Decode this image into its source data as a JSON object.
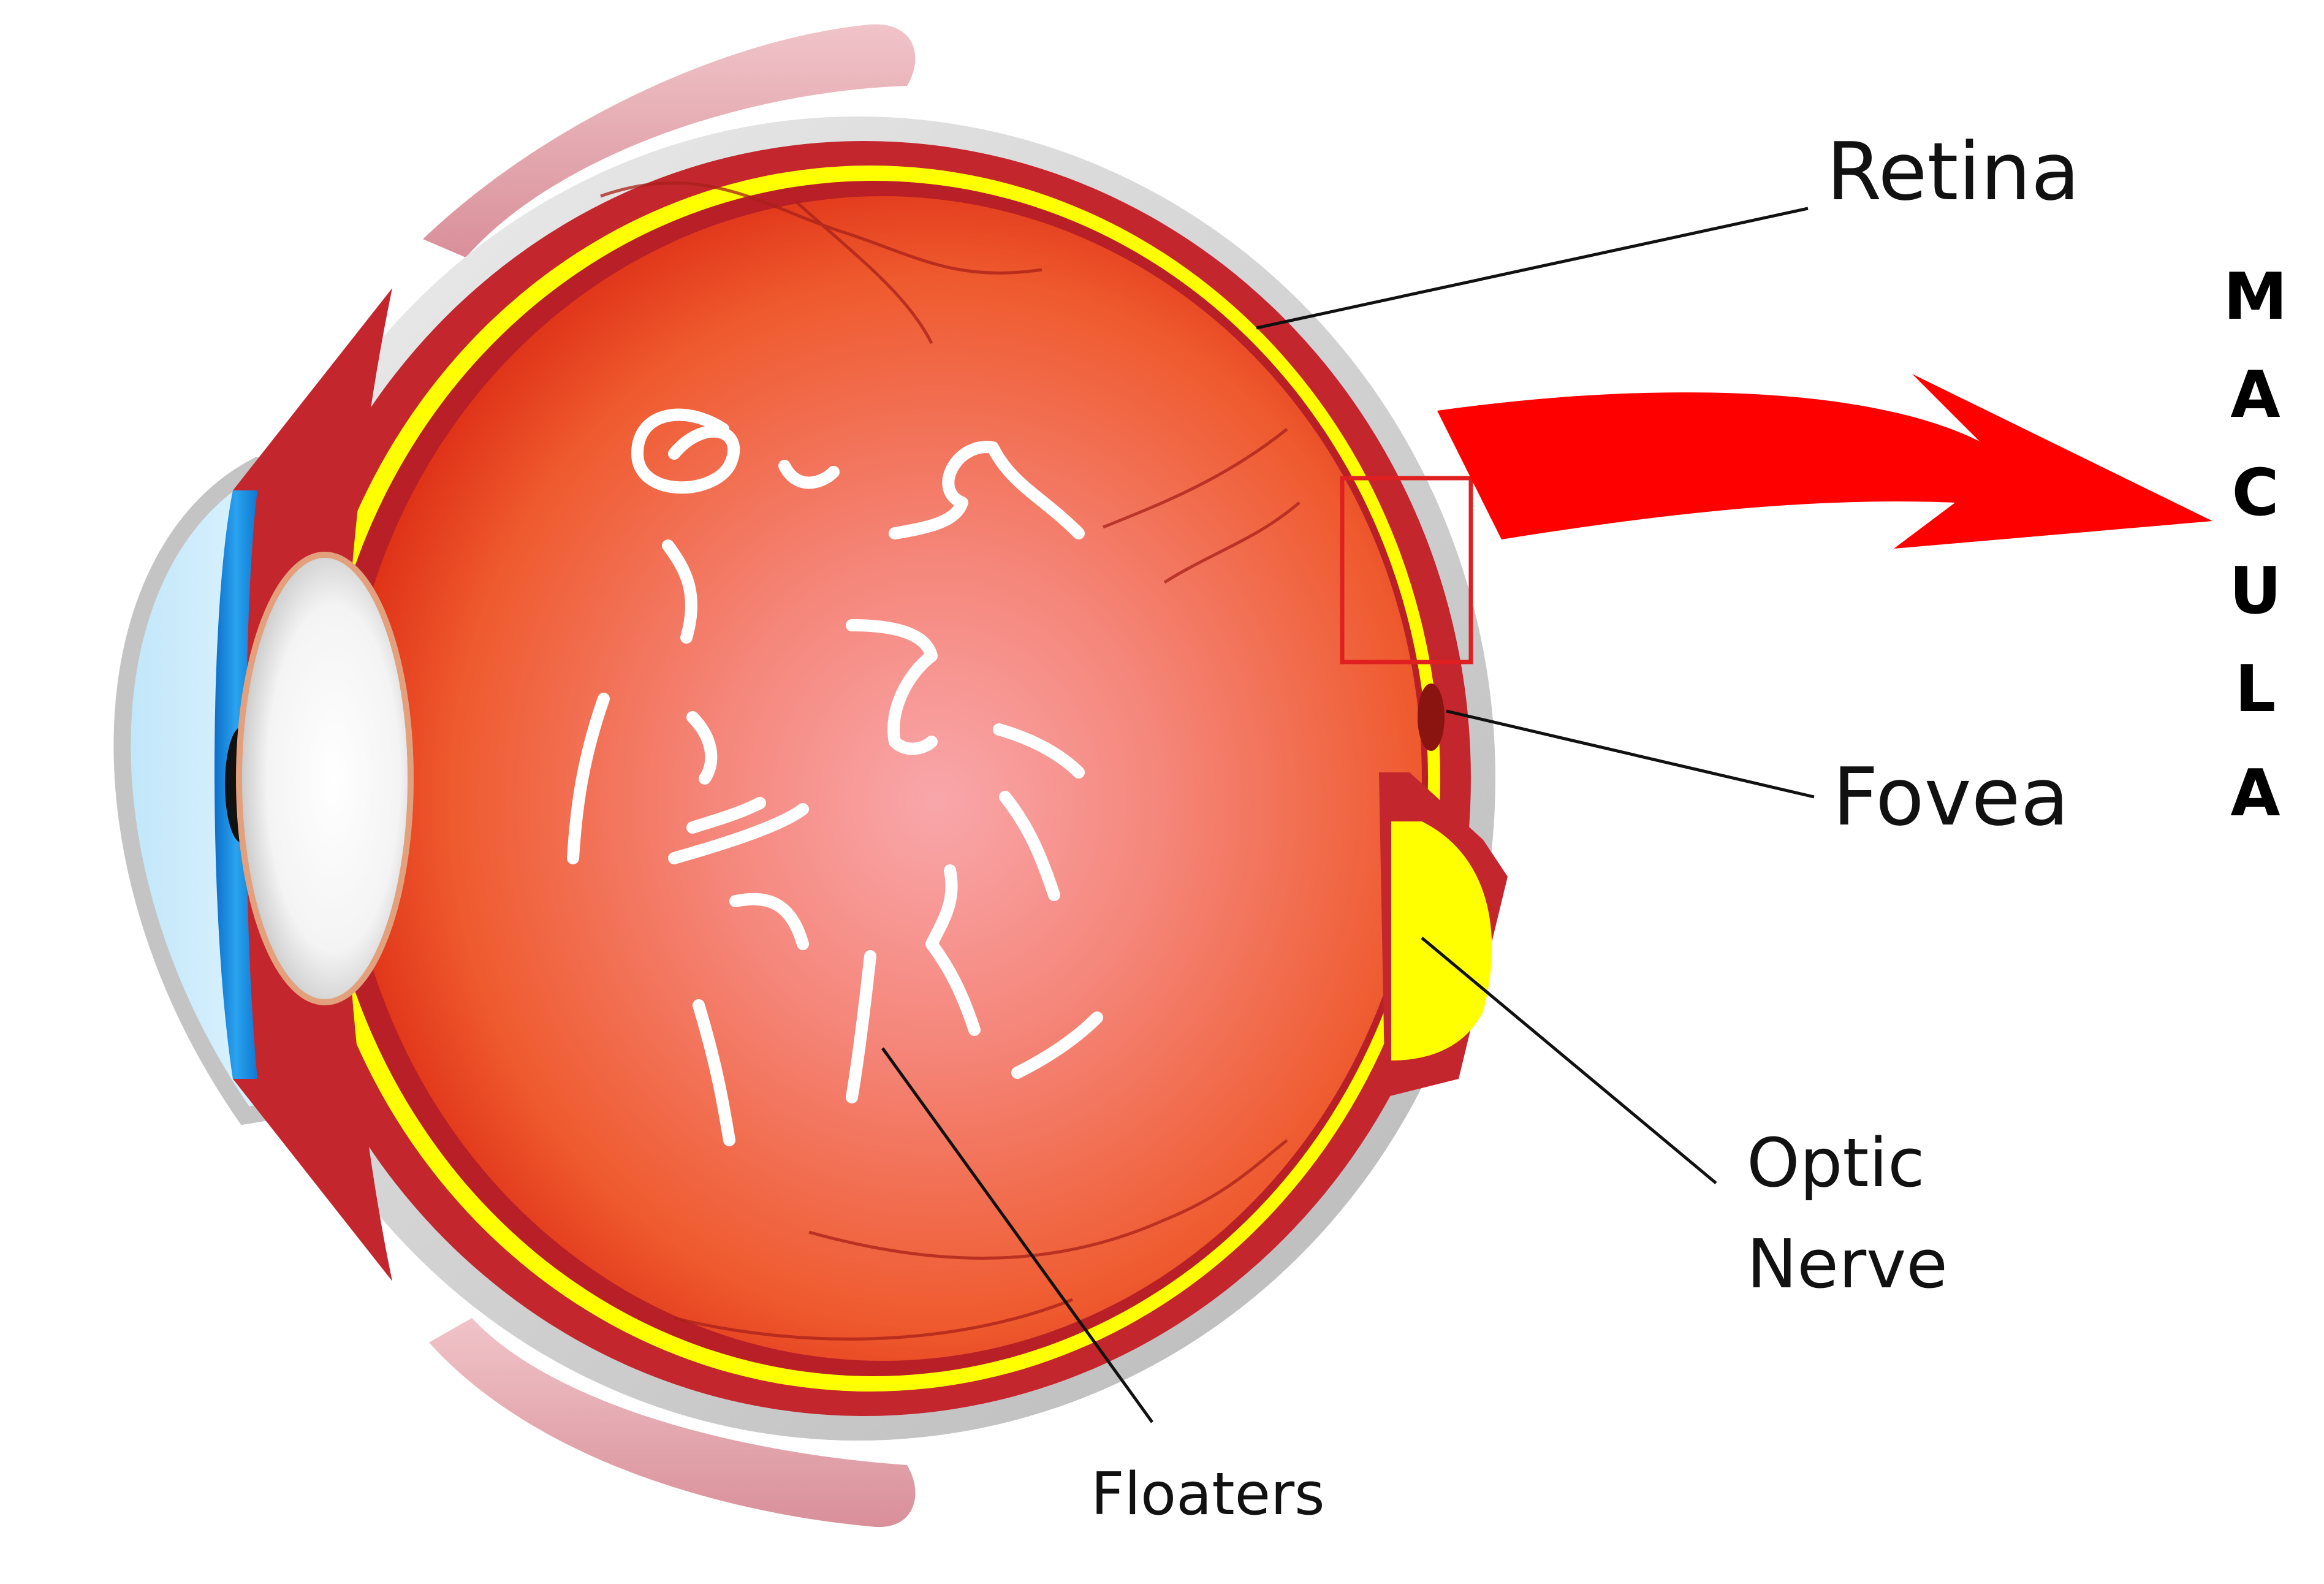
{
  "labels": {
    "retina": "Retina",
    "fovea": "Fovea",
    "optic_line1": "Optic",
    "optic_line2": "Nerve",
    "floaters": "Floaters"
  },
  "macula_letters": [
    "M",
    "A",
    "C",
    "U",
    "L",
    "A"
  ],
  "colors": {
    "sclera": "#c9c9c9",
    "choroid": "#c4262e",
    "retina_layer": "#ffff00",
    "vitreous_center": "#f7a3a8",
    "vitreous_edge": "#e8331b",
    "cornea_iris": "#1e96e8",
    "lens": "#ffffff",
    "arrow": "#ff0000",
    "callout_box": "#e02020",
    "floaters": "#ffffff",
    "eyelid": "#e8a9b0"
  }
}
